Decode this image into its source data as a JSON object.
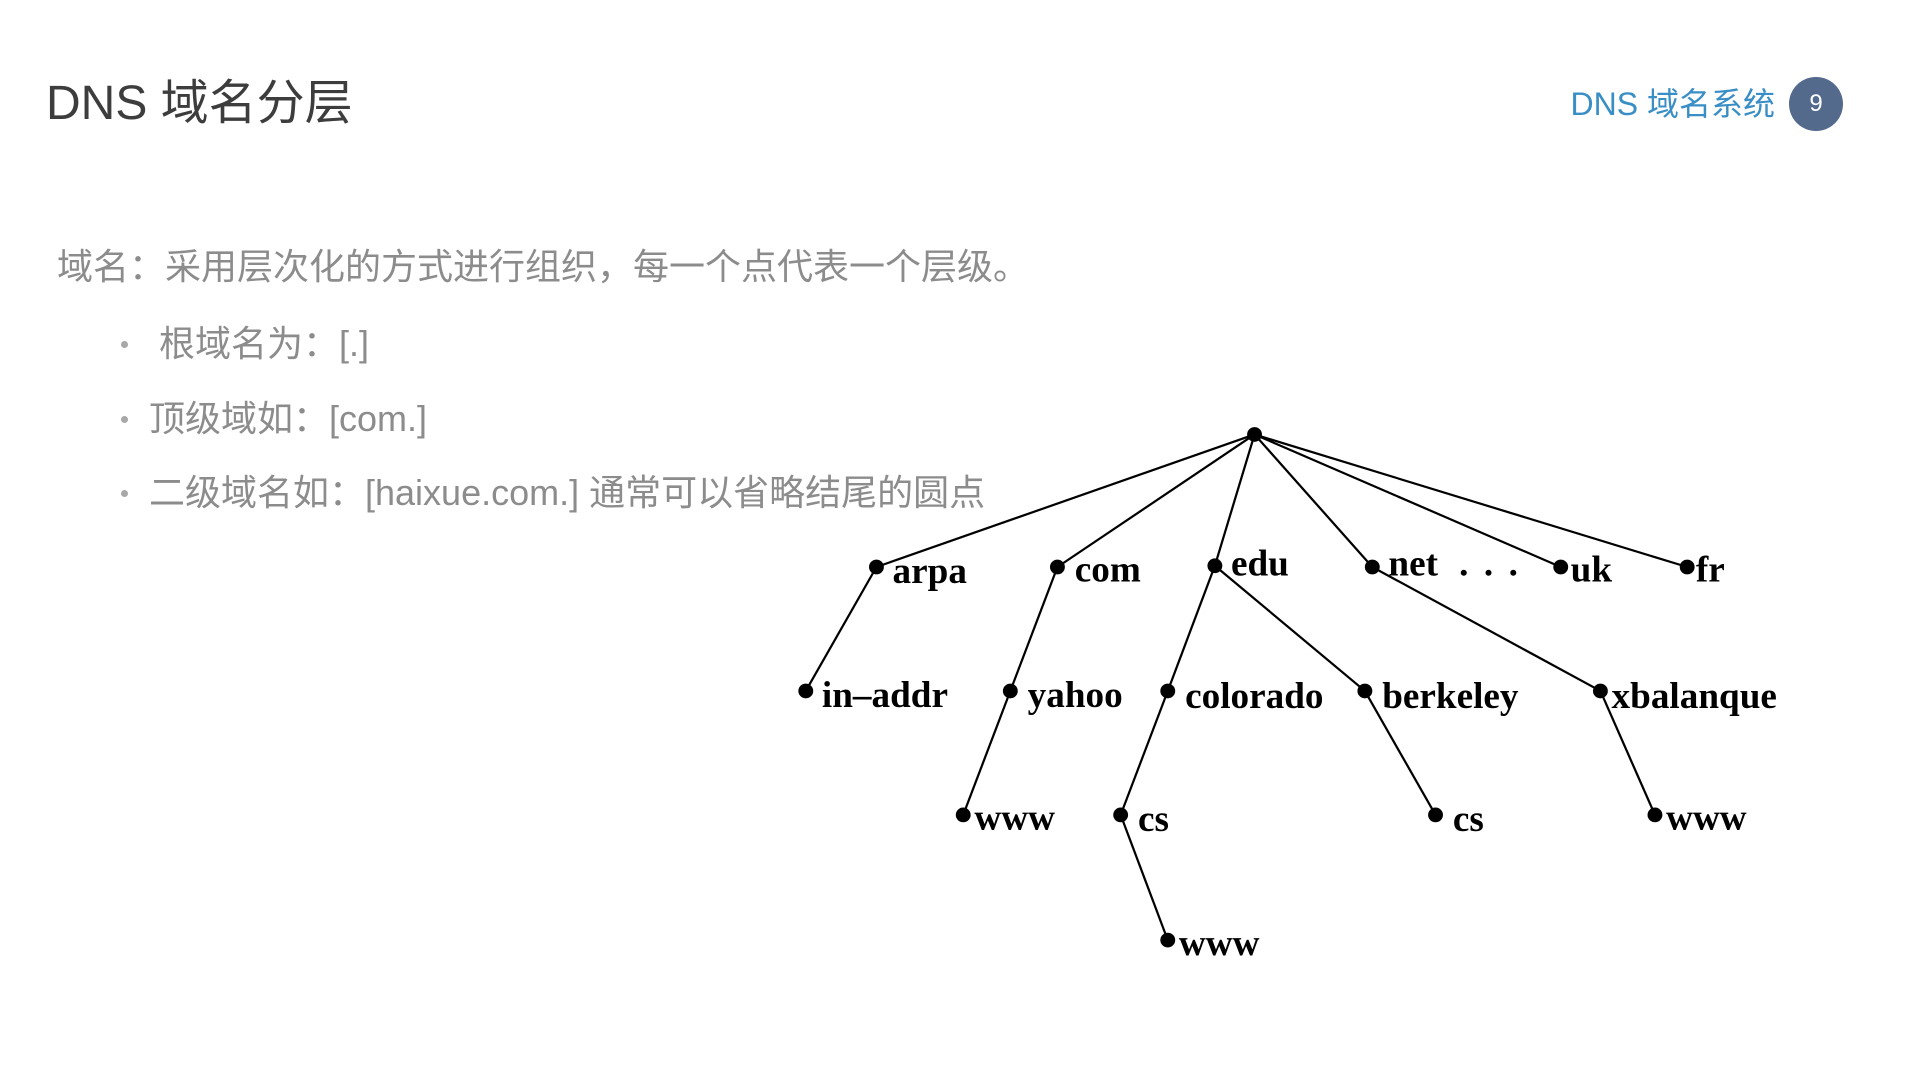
{
  "slide": {
    "title": "DNS 域名分层",
    "section": "DNS 域名系统",
    "page_number": "9"
  },
  "content": {
    "intro": "域名：采用层次化的方式进行组织，每一个点代表一个层级。",
    "bullets": [
      "根域名为：[.]",
      "顶级域如：[com.]",
      "二级域名如：[haixue.com.] 通常可以省略结尾的圆点"
    ]
  },
  "diagram": {
    "tree": {
      "children": [
        {
          "label": "arpa",
          "children": [
            {
              "label": "in–addr"
            }
          ]
        },
        {
          "label": "com",
          "children": [
            {
              "label": "yahoo",
              "children": [
                {
                  "label": "www"
                }
              ]
            }
          ]
        },
        {
          "label": "edu",
          "children": [
            {
              "label": "colorado",
              "children": [
                {
                  "label": "cs",
                  "children": [
                    {
                      "label": "www"
                    }
                  ]
                }
              ]
            },
            {
              "label": "berkeley",
              "children": [
                {
                  "label": "cs"
                }
              ]
            }
          ]
        },
        {
          "label": "net",
          "children": [
            {
              "label": "xbalanque",
              "children": [
                {
                  "label": "www"
                }
              ]
            }
          ]
        },
        {
          "label": "uk"
        },
        {
          "label": "fr"
        }
      ]
    },
    "ellipsis": ". . ."
  },
  "colors": {
    "title": "#3d3d3d",
    "accent": "#3a8ec6",
    "badge": "#536a8c",
    "body_text": "#8c8c8c",
    "diagram": "#000000"
  }
}
